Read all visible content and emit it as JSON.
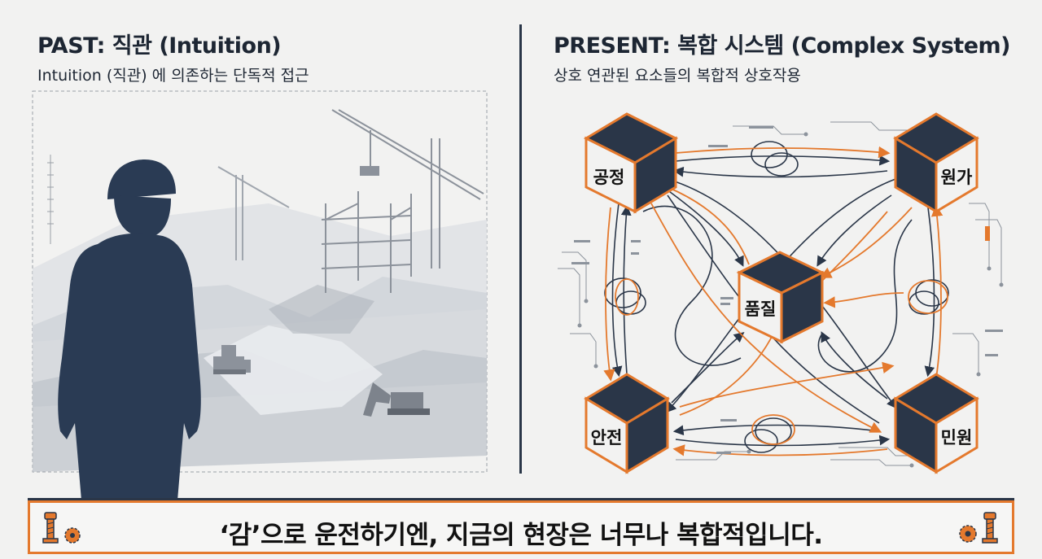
{
  "left_panel": {
    "title": "PAST: 직관 (Intuition)",
    "subtitle": "Intuition (직관) 에 의존하는 단독적 접근"
  },
  "right_panel": {
    "title": "PRESENT: 복합 시스템 (Complex System)",
    "subtitle": "상호 연관된 요소들의 복합적 상호작용",
    "nodes": {
      "top_left": "공정",
      "top_right": "원가",
      "center": "품질",
      "bottom_left": "안전",
      "bottom_right": "민원"
    }
  },
  "banner": {
    "text": "‘감’으로 운전하기엔, 지금의 현장은 너무나 복합적입니다."
  },
  "colors": {
    "navy": "#2a3648",
    "orange": "#e4792d",
    "background": "#f2f2f1"
  },
  "icons": [
    "worker-silhouette",
    "crane-icon",
    "excavator-icon",
    "bulldozer-icon",
    "bolt-icon",
    "gear-icon"
  ]
}
